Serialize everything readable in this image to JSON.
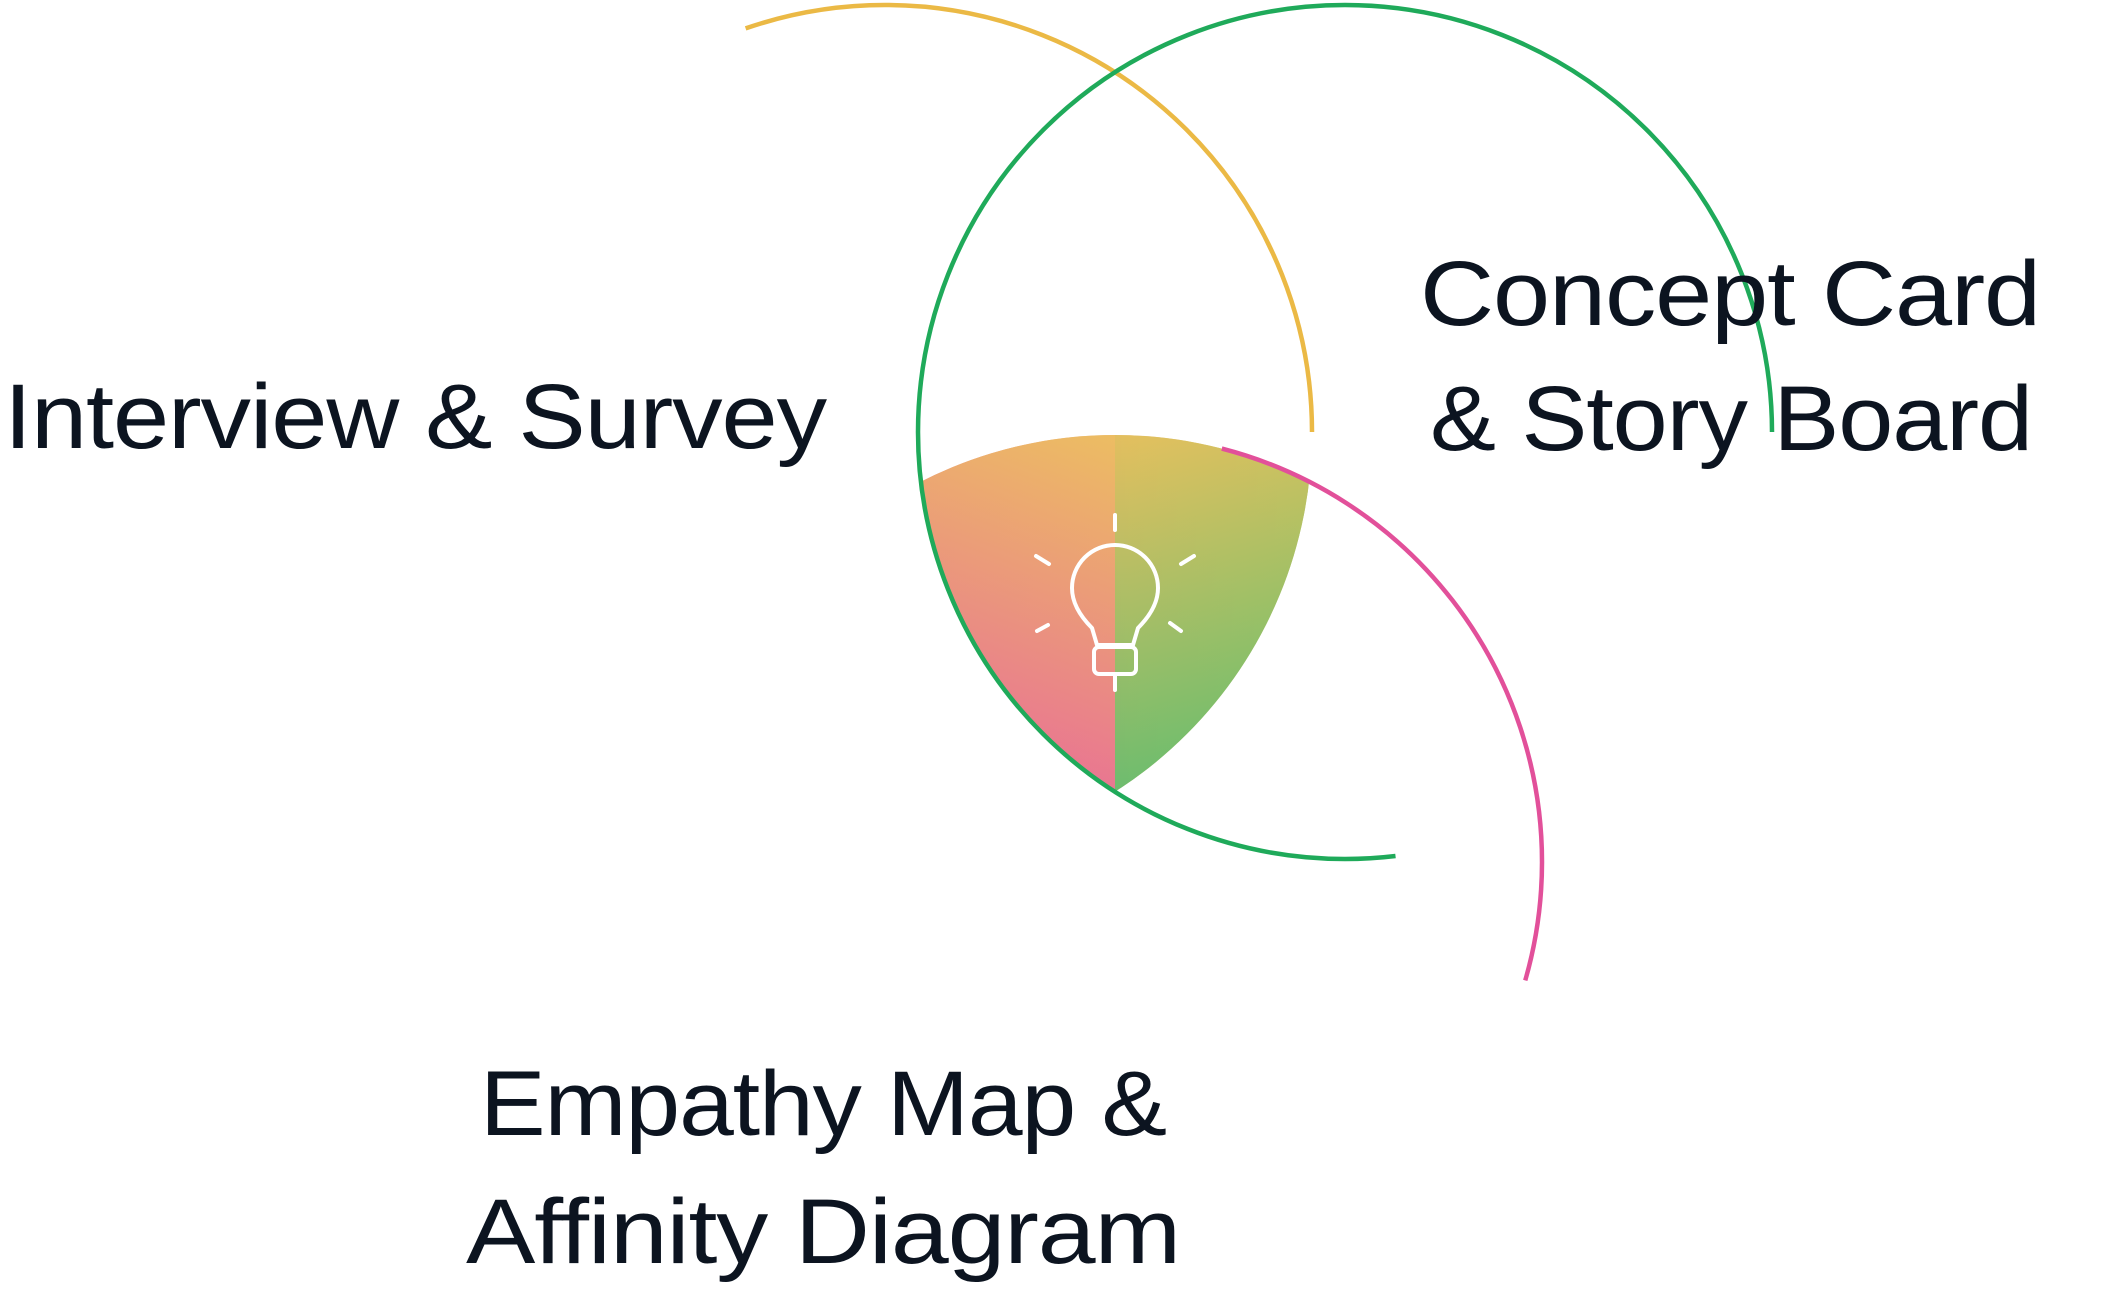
{
  "diagram": {
    "labels": {
      "interview": "Interview & Survey",
      "concept_line1": "Concept Card",
      "concept_line2": "& Story Board",
      "empathy_line1": "Empathy Map &",
      "empathy_line2": "Affinity Diagram"
    },
    "colors": {
      "interview_circle": "#EBB945",
      "concept_circle": "#1FAA5A",
      "empathy_circle": "#E2509A",
      "text": "#0c1420",
      "icon": "#ffffff"
    },
    "center_icon": "lightbulb-icon"
  }
}
